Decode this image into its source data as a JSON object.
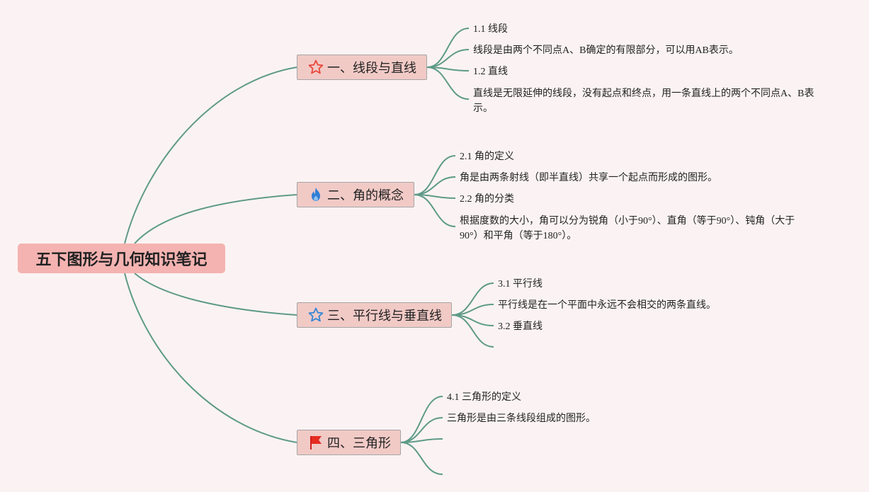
{
  "root": {
    "title": "五下图形与几何知识笔记"
  },
  "branches": [
    {
      "title": "一、线段与直线",
      "icon": "star-outline-red-icon",
      "leaves": [
        "1.1 线段",
        "线段是由两个不同点A、B确定的有限部分，可以用AB表示。",
        "1.2 直线",
        "直线是无限延伸的线段，没有起点和终点，用一条直线上的两个不同点A、B表示。"
      ]
    },
    {
      "title": "二、角的概念",
      "icon": "flame-blue-icon",
      "leaves": [
        "2.1 角的定义",
        "角是由两条射线（即半直线）共享一个起点而形成的图形。",
        "2.2 角的分类",
        "根据度数的大小，角可以分为锐角（小于90°）、直角（等于90°）、钝角（大于90°）和平角（等于180°）。"
      ]
    },
    {
      "title": "三、平行线与垂直线",
      "icon": "star-outline-blue-icon",
      "leaves": [
        "3.1 平行线",
        "平行线是在一个平面中永远不会相交的两条直线。",
        "3.2 垂直线"
      ]
    },
    {
      "title": "四、三角形",
      "icon": "flag-red-icon",
      "leaves": [
        "4.1 三角形的定义",
        "三角形是由三条线段组成的图形。"
      ]
    }
  ],
  "colors": {
    "background": "#fbf3f3",
    "connector": "#5e9a88",
    "root_fill": "#f4b3b1",
    "branch_fill": "#f1cac6",
    "branch_border": "#a5a5a5"
  }
}
